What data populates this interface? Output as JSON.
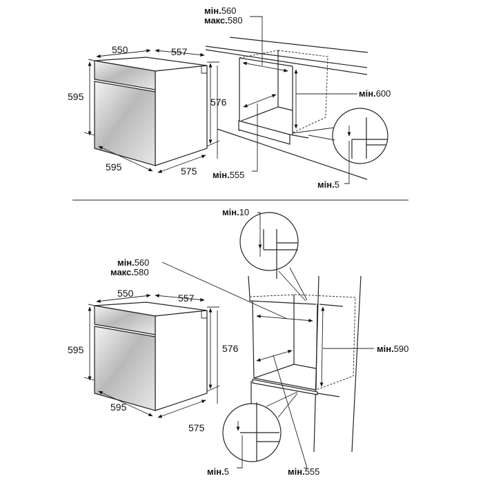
{
  "top_diagram": {
    "oven": {
      "width": "550",
      "depth": "557",
      "height": "595",
      "body_height": "576",
      "front_width": "595",
      "body_depth": "575"
    },
    "niche": {
      "width_min_prefix": "мін.",
      "width_min": "560",
      "width_max_prefix": "макс.",
      "width_max": "580",
      "height_prefix": "мін.",
      "height": "600",
      "depth_prefix": "мін.",
      "depth": "555",
      "gap_prefix": "мін.",
      "gap": "5"
    }
  },
  "bottom_diagram": {
    "oven": {
      "width": "550",
      "depth": "557",
      "height": "595",
      "body_height": "576",
      "front_width": "595",
      "body_depth": "575"
    },
    "niche": {
      "top_gap_prefix": "мін.",
      "top_gap": "10",
      "width_min_prefix": "мін.",
      "width_min": "560",
      "width_max_prefix": "макс.",
      "width_max": "580",
      "height_prefix": "мін.",
      "height": "590",
      "depth_prefix": "мін.",
      "depth": "555",
      "gap_prefix": "мін.",
      "gap": "5"
    }
  }
}
